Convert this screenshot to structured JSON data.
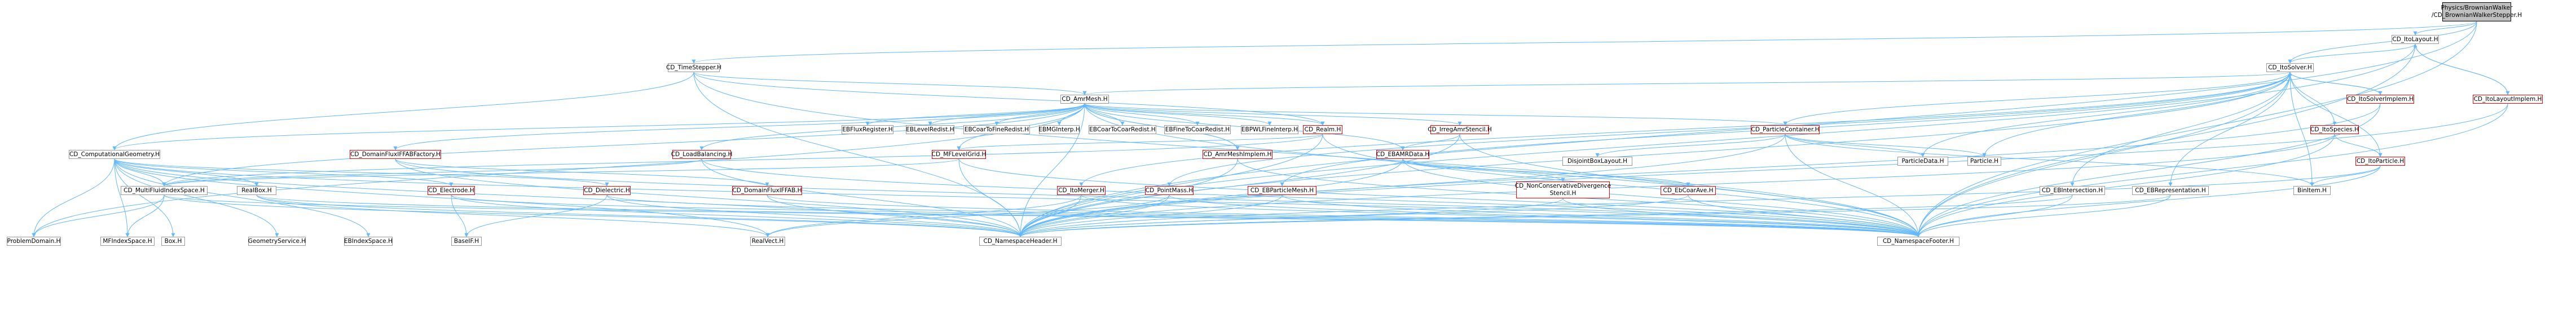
{
  "nodes": [
    {
      "id": "root",
      "label": "Physics/BrownianWalker\n/CD_BrownianWalkerStepper.H",
      "root": true
    },
    {
      "id": "itolayout",
      "label": "CD_ItoLayout.H"
    },
    {
      "id": "timestepper",
      "label": "CD_TimeStepper.H"
    },
    {
      "id": "itosolver",
      "label": "CD_ItoSolver.H"
    },
    {
      "id": "amrmesh",
      "label": "CD_AmrMesh.H"
    },
    {
      "id": "itosolverimplem",
      "label": "CD_ItoSolverImplem.H",
      "red": true
    },
    {
      "id": "itolayoutimplem",
      "label": "CD_ItoLayoutImplem.H",
      "red": true
    },
    {
      "id": "ebfluxregister",
      "label": "EBFluxRegister.H"
    },
    {
      "id": "eblevelredist",
      "label": "EBLevelRedist.H"
    },
    {
      "id": "ebcoartofineredist",
      "label": "EBCoarToFineRedist.H"
    },
    {
      "id": "ebmginterp",
      "label": "EBMGInterp.H"
    },
    {
      "id": "ebcoartocoarredist",
      "label": "EBCoarToCoarRedist.H"
    },
    {
      "id": "ebfinetocoarredist",
      "label": "EBFineToCoarRedist.H"
    },
    {
      "id": "ebpwlfineinterp",
      "label": "EBPWLFineInterp.H"
    },
    {
      "id": "realm",
      "label": "CD_Realm.H",
      "red": true
    },
    {
      "id": "irregamrstencil",
      "label": "CD_IrregAmrStencil.H",
      "red": true
    },
    {
      "id": "particlecontainer",
      "label": "CD_ParticleContainer.H",
      "red": true
    },
    {
      "id": "itospecies",
      "label": "CD_ItoSpecies.H",
      "red": true
    },
    {
      "id": "compgeom",
      "label": "CD_ComputationalGeometry.H"
    },
    {
      "id": "domainfluxiffabfactory",
      "label": "CD_DomainFluxIFFABFactory.H",
      "red": true
    },
    {
      "id": "loadbalancing",
      "label": "CD_LoadBalancing.H",
      "red": true
    },
    {
      "id": "mflevelgrid",
      "label": "CD_MFLevelGrid.H",
      "red": true
    },
    {
      "id": "amrmeshimplem",
      "label": "CD_AmrMeshImplem.H",
      "red": true
    },
    {
      "id": "ebamrdata",
      "label": "CD_EBAMRData.H",
      "red": true
    },
    {
      "id": "disjointboxlayout",
      "label": "DisjointBoxLayout.H"
    },
    {
      "id": "particledata",
      "label": "ParticleData.H"
    },
    {
      "id": "particle",
      "label": "Particle.H"
    },
    {
      "id": "itoparticle",
      "label": "CD_ItoParticle.H",
      "red": true
    },
    {
      "id": "mfmultifluidindexspace",
      "label": "CD_MultiFluidIndexSpace.H"
    },
    {
      "id": "realbox",
      "label": "RealBox.H"
    },
    {
      "id": "electrode",
      "label": "CD_Electrode.H",
      "red": true
    },
    {
      "id": "dielectric",
      "label": "CD_Dielectric.H",
      "red": true
    },
    {
      "id": "domainfluxiffab",
      "label": "CD_DomainFluxIFFAB.H",
      "red": true
    },
    {
      "id": "itomerger",
      "label": "CD_ItoMerger.H",
      "red": true
    },
    {
      "id": "pointmass",
      "label": "CD_PointMass.H",
      "red": true
    },
    {
      "id": "ebparticlemesh",
      "label": "CD_EBParticleMesh.H",
      "red": true
    },
    {
      "id": "nonconsdivstencil",
      "label": "CD_NonConservativeDivergence\nStencil.H",
      "red": true
    },
    {
      "id": "ebcoarave",
      "label": "CD_EbCoarAve.H",
      "red": true
    },
    {
      "id": "ebintersection",
      "label": "CD_EBIntersection.H"
    },
    {
      "id": "ebrepresentation",
      "label": "CD_EBRepresentation.H"
    },
    {
      "id": "binitem",
      "label": "BinItem.H"
    },
    {
      "id": "problemdomain",
      "label": "ProblemDomain.H"
    },
    {
      "id": "mfindexspace",
      "label": "MFIndexSpace.H"
    },
    {
      "id": "box",
      "label": "Box.H"
    },
    {
      "id": "geometryservice",
      "label": "GeometryService.H"
    },
    {
      "id": "ebindexspace",
      "label": "EBIndexSpace.H"
    },
    {
      "id": "basefab",
      "label": "BaseIF.H"
    },
    {
      "id": "realvect",
      "label": "RealVect.H"
    },
    {
      "id": "nsheader",
      "label": "CD_NamespaceHeader.H"
    },
    {
      "id": "nsfooter",
      "label": "CD_NamespaceFooter.H"
    }
  ],
  "edges": [
    [
      "root",
      "itolayout"
    ],
    [
      "root",
      "timestepper"
    ],
    [
      "root",
      "itosolver"
    ],
    [
      "root",
      "nsheader"
    ],
    [
      "root",
      "nsfooter"
    ],
    [
      "itolayout",
      "itosolver"
    ],
    [
      "itolayout",
      "itolayoutimplem"
    ],
    [
      "itolayout",
      "nsfooter"
    ],
    [
      "itolayout",
      "nsheader"
    ],
    [
      "timestepper",
      "amrmesh"
    ],
    [
      "timestepper",
      "compgeom"
    ],
    [
      "timestepper",
      "realm"
    ],
    [
      "timestepper",
      "nsheader"
    ],
    [
      "timestepper",
      "nsfooter"
    ],
    [
      "itosolver",
      "amrmesh"
    ],
    [
      "itosolver",
      "itosolverimplem"
    ],
    [
      "itosolver",
      "particlecontainer"
    ],
    [
      "itosolver",
      "itospecies"
    ],
    [
      "itosolver",
      "itoparticle"
    ],
    [
      "itosolver",
      "ebintersection"
    ],
    [
      "itosolver",
      "ebrepresentation"
    ],
    [
      "itosolver",
      "itomerger"
    ],
    [
      "itosolver",
      "pointmass"
    ],
    [
      "itosolver",
      "ebparticlemesh"
    ],
    [
      "itosolver",
      "particledata"
    ],
    [
      "itosolver",
      "particle"
    ],
    [
      "itosolver",
      "binitem"
    ],
    [
      "itosolver",
      "nsheader"
    ],
    [
      "itosolver",
      "nsfooter"
    ],
    [
      "itolayoutimplem",
      "itolayout"
    ],
    [
      "itolayoutimplem",
      "nsheader"
    ],
    [
      "itolayoutimplem",
      "nsfooter"
    ],
    [
      "itosolverimplem",
      "itosolver"
    ],
    [
      "itosolverimplem",
      "nsheader"
    ],
    [
      "itosolverimplem",
      "nsfooter"
    ],
    [
      "amrmesh",
      "ebfluxregister"
    ],
    [
      "amrmesh",
      "eblevelredist"
    ],
    [
      "amrmesh",
      "ebcoartofineredist"
    ],
    [
      "amrmesh",
      "ebmginterp"
    ],
    [
      "amrmesh",
      "ebcoartocoarredist"
    ],
    [
      "amrmesh",
      "ebfinetocoarredist"
    ],
    [
      "amrmesh",
      "ebpwlfineinterp"
    ],
    [
      "amrmesh",
      "realm"
    ],
    [
      "amrmesh",
      "irregamrstencil"
    ],
    [
      "amrmesh",
      "particlecontainer"
    ],
    [
      "amrmesh",
      "compgeom"
    ],
    [
      "amrmesh",
      "domainfluxiffabfactory"
    ],
    [
      "amrmesh",
      "loadbalancing"
    ],
    [
      "amrmesh",
      "mflevelgrid"
    ],
    [
      "amrmesh",
      "amrmeshimplem"
    ],
    [
      "amrmesh",
      "ebamrdata"
    ],
    [
      "amrmesh",
      "mfmultifluidindexspace"
    ],
    [
      "amrmesh",
      "problemdomain"
    ],
    [
      "amrmesh",
      "nsheader"
    ],
    [
      "amrmesh",
      "nsfooter"
    ],
    [
      "realm",
      "mflevelgrid"
    ],
    [
      "realm",
      "mfmultifluidindexspace"
    ],
    [
      "realm",
      "nsheader"
    ],
    [
      "realm",
      "nsfooter"
    ],
    [
      "irregamrstencil",
      "ebamrdata"
    ],
    [
      "irregamrstencil",
      "nsheader"
    ],
    [
      "irregamrstencil",
      "nsfooter"
    ],
    [
      "particlecontainer",
      "disjointboxlayout"
    ],
    [
      "particlecontainer",
      "particledata"
    ],
    [
      "particlecontainer",
      "particle"
    ],
    [
      "particlecontainer",
      "binitem"
    ],
    [
      "particlecontainer",
      "nsheader"
    ],
    [
      "particlecontainer",
      "nsfooter"
    ],
    [
      "itospecies",
      "itoparticle"
    ],
    [
      "itospecies",
      "nsheader"
    ],
    [
      "itospecies",
      "nsfooter"
    ],
    [
      "itoparticle",
      "binitem"
    ],
    [
      "itoparticle",
      "nsheader"
    ],
    [
      "itoparticle",
      "nsfooter"
    ],
    [
      "compgeom",
      "mfmultifluidindexspace"
    ],
    [
      "compgeom",
      "realbox"
    ],
    [
      "compgeom",
      "electrode"
    ],
    [
      "compgeom",
      "dielectric"
    ],
    [
      "compgeom",
      "problemdomain"
    ],
    [
      "compgeom",
      "mfindexspace"
    ],
    [
      "compgeom",
      "box"
    ],
    [
      "compgeom",
      "geometryservice"
    ],
    [
      "compgeom",
      "ebindexspace"
    ],
    [
      "compgeom",
      "realvect"
    ],
    [
      "compgeom",
      "nsheader"
    ],
    [
      "compgeom",
      "nsfooter"
    ],
    [
      "domainfluxiffabfactory",
      "domainfluxiffab"
    ],
    [
      "domainfluxiffabfactory",
      "nsheader"
    ],
    [
      "domainfluxiffabfactory",
      "nsfooter"
    ],
    [
      "loadbalancing",
      "mfmultifluidindexspace"
    ],
    [
      "loadbalancing",
      "nsheader"
    ],
    [
      "loadbalancing",
      "nsfooter"
    ],
    [
      "mflevelgrid",
      "mfmultifluidindexspace"
    ],
    [
      "mflevelgrid",
      "nsheader"
    ],
    [
      "mflevelgrid",
      "nsfooter"
    ],
    [
      "amrmeshimplem",
      "amrmesh"
    ],
    [
      "amrmeshimplem",
      "nsheader"
    ],
    [
      "amrmeshimplem",
      "nsfooter"
    ],
    [
      "ebamrdata",
      "nonconsdivstencil"
    ],
    [
      "ebamrdata",
      "ebcoarave"
    ],
    [
      "ebamrdata",
      "nsheader"
    ],
    [
      "ebamrdata",
      "nsfooter"
    ],
    [
      "mfmultifluidindexspace",
      "mfindexspace"
    ],
    [
      "mfmultifluidindexspace",
      "problemdomain"
    ],
    [
      "mfmultifluidindexspace",
      "nsheader"
    ],
    [
      "mfmultifluidindexspace",
      "nsfooter"
    ],
    [
      "realbox",
      "realvect"
    ],
    [
      "realbox",
      "nsheader"
    ],
    [
      "realbox",
      "nsfooter"
    ],
    [
      "electrode",
      "basefab"
    ],
    [
      "electrode",
      "nsheader"
    ],
    [
      "electrode",
      "nsfooter"
    ],
    [
      "dielectric",
      "basefab"
    ],
    [
      "dielectric",
      "nsheader"
    ],
    [
      "dielectric",
      "nsfooter"
    ],
    [
      "domainfluxiffab",
      "nsheader"
    ],
    [
      "domainfluxiffab",
      "nsfooter"
    ],
    [
      "itomerger",
      "realvect"
    ],
    [
      "itomerger",
      "nsheader"
    ],
    [
      "itomerger",
      "nsfooter"
    ],
    [
      "pointmass",
      "realvect"
    ],
    [
      "pointmass",
      "nsheader"
    ],
    [
      "pointmass",
      "nsfooter"
    ],
    [
      "ebparticlemesh",
      "nsheader"
    ],
    [
      "ebparticlemesh",
      "nsfooter"
    ],
    [
      "nonconsdivstencil",
      "nsheader"
    ],
    [
      "nonconsdivstencil",
      "nsfooter"
    ],
    [
      "ebcoarave",
      "nsheader"
    ],
    [
      "ebcoarave",
      "nsfooter"
    ],
    [
      "ebintersection",
      "nsheader"
    ],
    [
      "ebintersection",
      "nsfooter"
    ],
    [
      "ebrepresentation",
      "nsheader"
    ],
    [
      "ebrepresentation",
      "nsfooter"
    ]
  ]
}
